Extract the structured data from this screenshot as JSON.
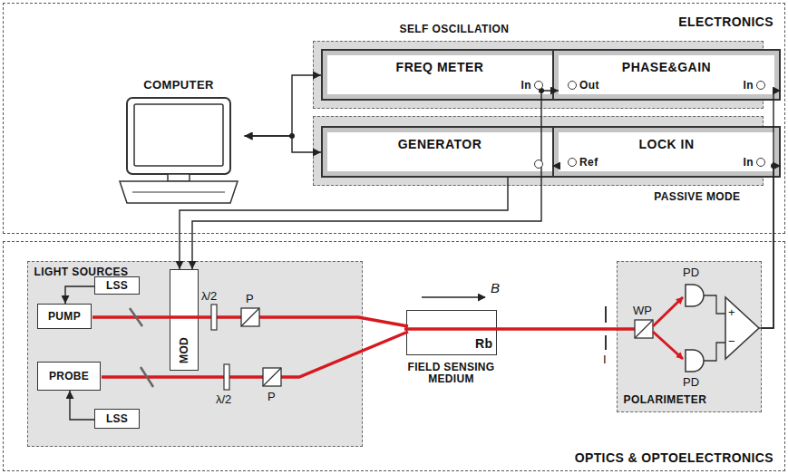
{
  "diagram": {
    "nodes": [
      {
        "text": [
          "ELECTRONICS"
        ]
      },
      {
        "text": [
          "COMPUTER"
        ],
        "in": 0
      },
      {
        "text": [
          "SELF OSCILLATION"
        ],
        "in": 0
      },
      {
        "text": [
          "FREQ METER",
          "In"
        ],
        "in": 2
      },
      {
        "text": [
          "PHASE&GAIN",
          "Out",
          "In"
        ],
        "in": 2
      },
      {
        "text": [
          "PASSIVE MODE"
        ],
        "in": 0
      },
      {
        "text": [
          "GENERATOR"
        ],
        "in": 5
      },
      {
        "text": [
          "LOCK IN",
          "Ref",
          "In"
        ],
        "in": 5
      },
      {
        "text": [
          "OPTICS & OPTOELECTRONICS"
        ]
      },
      {
        "text": [
          "LIGHT SOURCES"
        ],
        "in": 8
      },
      {
        "text": [
          "LSS"
        ],
        "in": 9
      },
      {
        "text": [
          "PUMP"
        ],
        "in": 9
      },
      {
        "text": [
          "MOD"
        ],
        "in": 9
      },
      {
        "text": [
          "PROBE"
        ],
        "in": 9
      },
      {
        "text": [
          "LSS"
        ],
        "in": 9
      },
      {
        "text": [
          "Rb",
          "FIELD SENSING MEDIUM"
        ],
        "in": 8
      },
      {
        "text": [
          "POLARIMETER"
        ],
        "in": 8
      }
    ],
    "edges": [
      {
        "from": 1,
        "to": 3,
        "arrow": "both"
      },
      {
        "from": 1,
        "to": 6,
        "arrow": "both"
      },
      {
        "from": 4,
        "to": 3,
        "arrow": "to"
      },
      {
        "from": 4,
        "to": 12,
        "arrow": "to"
      },
      {
        "from": 6,
        "to": 12,
        "arrow": "to"
      },
      {
        "from": 6,
        "to": 7,
        "arrow": "to"
      },
      {
        "from": 16,
        "to": 4,
        "arrow": "to"
      },
      {
        "from": 16,
        "to": 7,
        "arrow": "to"
      },
      {
        "from": 10,
        "to": 11,
        "arrow": "to"
      },
      {
        "from": 14,
        "to": 13,
        "arrow": "to"
      }
    ],
    "labels": [
      "λ/2",
      "λ/2",
      "P",
      "P",
      "B",
      "I",
      "WP",
      "PD",
      "PD",
      "+",
      "−"
    ]
  }
}
